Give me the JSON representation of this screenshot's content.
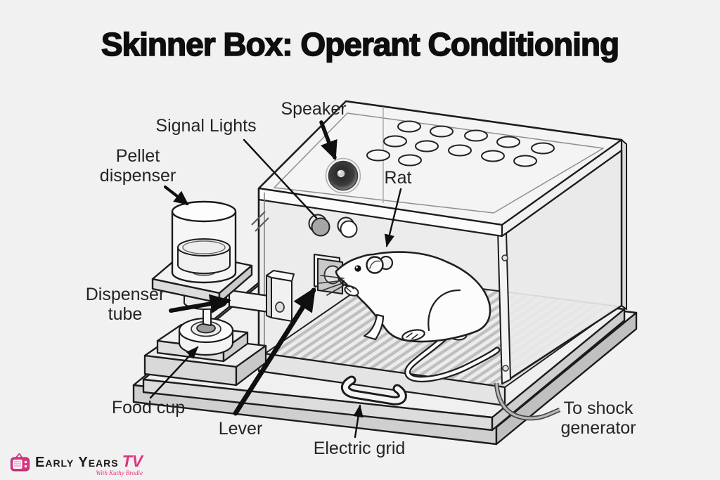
{
  "title": {
    "text": "Skinner Box: Operant Conditioning"
  },
  "labels": {
    "speaker": "Speaker",
    "signal_lights": "Signal Lights",
    "pellet_dispenser": {
      "line1": "Pellet",
      "line2": "dispenser"
    },
    "rat": "Rat",
    "dispenser_tube": {
      "line1": "Dispenser",
      "line2": "tube"
    },
    "food_cup": "Food cup",
    "lever": "Lever",
    "electric_grid": "Electric grid",
    "shock_generator": {
      "line1": "To shock",
      "line2": "generator"
    }
  },
  "logo": {
    "brand": "Early Years",
    "brand_accent": "TV",
    "tagline": "With Kathy Brodie",
    "accent_color": "#e0337f"
  },
  "colors": {
    "background": "#f1f1f1",
    "ink": "#1c1c1c",
    "accent_pink": "#e0337f"
  }
}
